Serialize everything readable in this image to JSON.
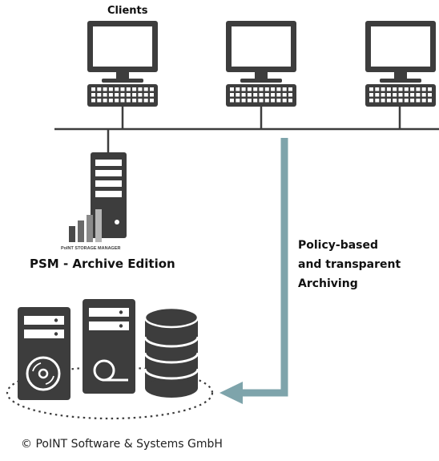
{
  "diagram": {
    "clients_label": "Clients",
    "server_caption": "PSM - Archive Edition",
    "logo_text": "PoINT STORAGE MANAGER",
    "arrow_label": [
      "Policy-based",
      "and transparent",
      "Archiving"
    ],
    "copyright": "© PoINT Software & Systems GmbH"
  },
  "colors": {
    "equipment": "#3d3d3d",
    "arrow": "#7ea4ab",
    "logo_accent": "#c0272d",
    "logo_bars": [
      "#4a4a4a",
      "#6a6a6a",
      "#8a8a8a",
      "#b5b5b5"
    ]
  },
  "icons": [
    "monitor-icon",
    "keyboard-icon",
    "server-tower-icon",
    "disk-drive-icon",
    "tape-drive-icon",
    "database-icon"
  ]
}
